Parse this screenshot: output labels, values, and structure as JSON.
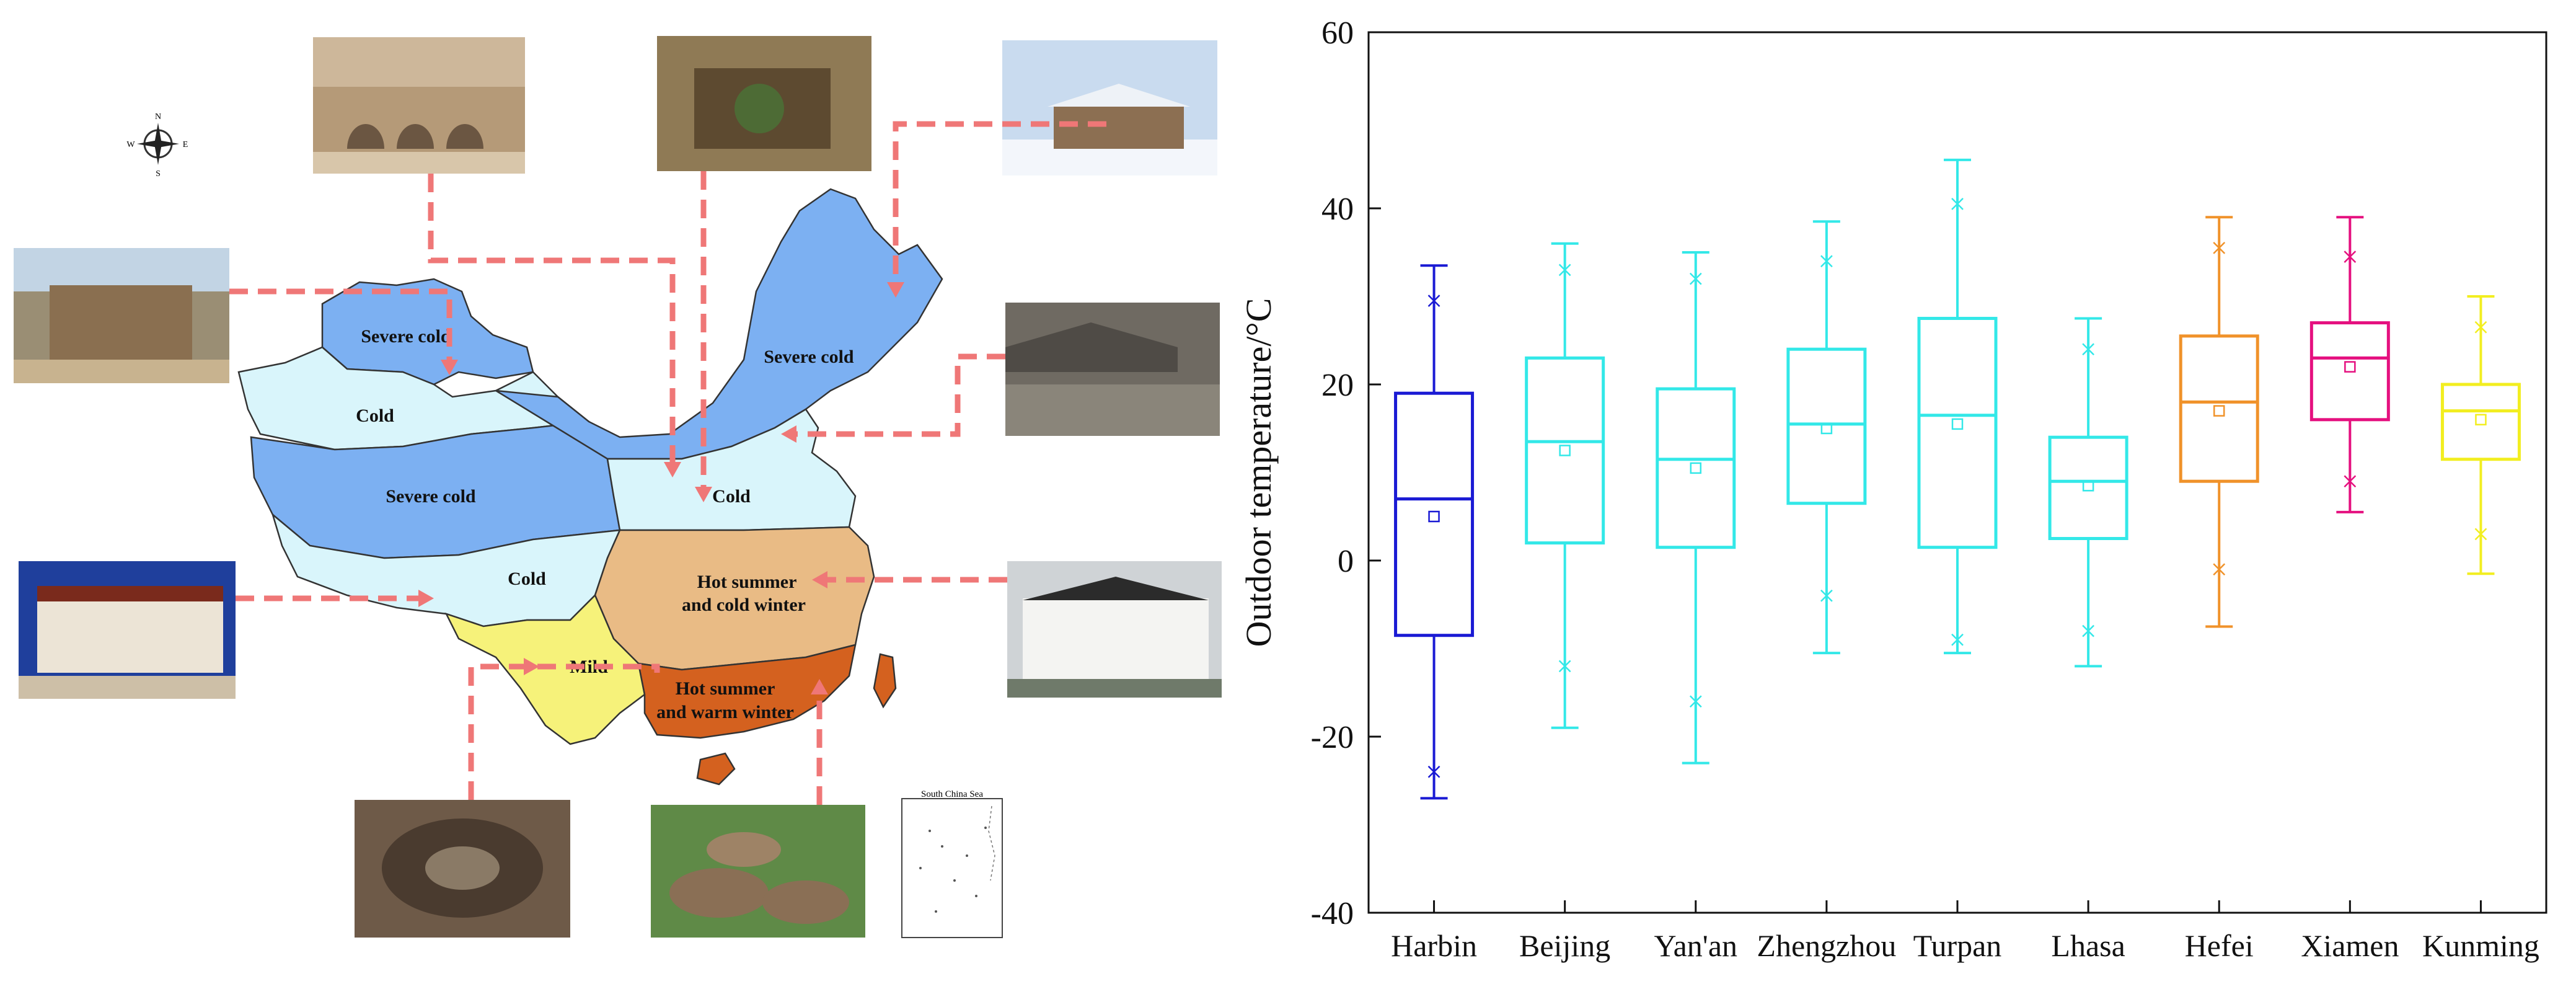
{
  "map": {
    "regions": [
      {
        "key": "severe-cold-nw",
        "label": "Severe cold",
        "color": "#7cb0f2"
      },
      {
        "key": "cold-nw",
        "label": "Cold",
        "color": "#d9f5fb"
      },
      {
        "key": "severe-cold-w",
        "label": "Severe cold",
        "color": "#7cb0f2"
      },
      {
        "key": "severe-cold-ne",
        "label": "Severe cold",
        "color": "#7cb0f2"
      },
      {
        "key": "cold-n",
        "label": "Cold",
        "color": "#d9f5fb"
      },
      {
        "key": "cold-sw",
        "label": "Cold",
        "color": "#d9f5fb"
      },
      {
        "key": "hscw",
        "label1": "Hot summer",
        "label2": "and cold winter",
        "color": "#e9bb85"
      },
      {
        "key": "mild",
        "label": "Mild",
        "color": "#f6f27a"
      },
      {
        "key": "hsww",
        "label1": "Hot summer",
        "label2": "and warm winter",
        "color": "#d4611f"
      }
    ],
    "inset_label": "South China Sea",
    "compass": {
      "n": "N",
      "s": "S",
      "e": "E",
      "w": "W"
    },
    "arrow_color": "#ef7777"
  },
  "chart_data": {
    "type": "box",
    "categories": [
      "Harbin",
      "Beijing",
      "Yan'an",
      "Zhengzhou",
      "Turpan",
      "Lhasa",
      "Hefei",
      "Xiamen",
      "Kunming"
    ],
    "ylabel": "Outdoor temperature/°C",
    "xlabel": "",
    "ylim": [
      -40,
      60
    ],
    "yticks": [
      -40,
      -20,
      0,
      20,
      40,
      60
    ],
    "series": [
      {
        "category": "Harbin",
        "color": "#1a1ad4",
        "whisker_low": -27,
        "q1": -8.5,
        "median": 7,
        "q3": 19,
        "whisker_high": 33.5,
        "mean": 5,
        "p1": -24,
        "p99": 29.5
      },
      {
        "category": "Beijing",
        "color": "#33e8e8",
        "whisker_low": -19,
        "q1": 2,
        "median": 13.5,
        "q3": 23,
        "whisker_high": 36,
        "mean": 12.5,
        "p1": -12,
        "p99": 33
      },
      {
        "category": "Yan'an",
        "color": "#33e8e8",
        "whisker_low": -23,
        "q1": 1.5,
        "median": 11.5,
        "q3": 19.5,
        "whisker_high": 35,
        "mean": 10.5,
        "p1": -16,
        "p99": 32
      },
      {
        "category": "Zhengzhou",
        "color": "#33e8e8",
        "whisker_low": -10.5,
        "q1": 6.5,
        "median": 15.5,
        "q3": 24,
        "whisker_high": 38.5,
        "mean": 15,
        "p1": -4,
        "p99": 34
      },
      {
        "category": "Turpan",
        "color": "#33e8e8",
        "whisker_low": -10.5,
        "q1": 1.5,
        "median": 16.5,
        "q3": 27.5,
        "whisker_high": 45.5,
        "mean": 15.5,
        "p1": -9,
        "p99": 40.5
      },
      {
        "category": "Lhasa",
        "color": "#33e8e8",
        "whisker_low": -12,
        "q1": 2.5,
        "median": 9,
        "q3": 14,
        "whisker_high": 27.5,
        "mean": 8.5,
        "p1": -8,
        "p99": 24
      },
      {
        "category": "Hefei",
        "color": "#f0922a",
        "whisker_low": -7.5,
        "q1": 9,
        "median": 18,
        "q3": 25.5,
        "whisker_high": 39,
        "mean": 17,
        "p1": -1,
        "p99": 35.5
      },
      {
        "category": "Xiamen",
        "color": "#e5107f",
        "whisker_low": 5.5,
        "q1": 16,
        "median": 23,
        "q3": 27,
        "whisker_high": 39,
        "mean": 22,
        "p1": 9,
        "p99": 34.5
      },
      {
        "category": "Kunming",
        "color": "#f2ee20",
        "whisker_low": -1.5,
        "q1": 11.5,
        "median": 17,
        "q3": 20,
        "whisker_high": 30,
        "mean": 16,
        "p1": 3,
        "p99": 26.5
      }
    ],
    "grid": false
  }
}
